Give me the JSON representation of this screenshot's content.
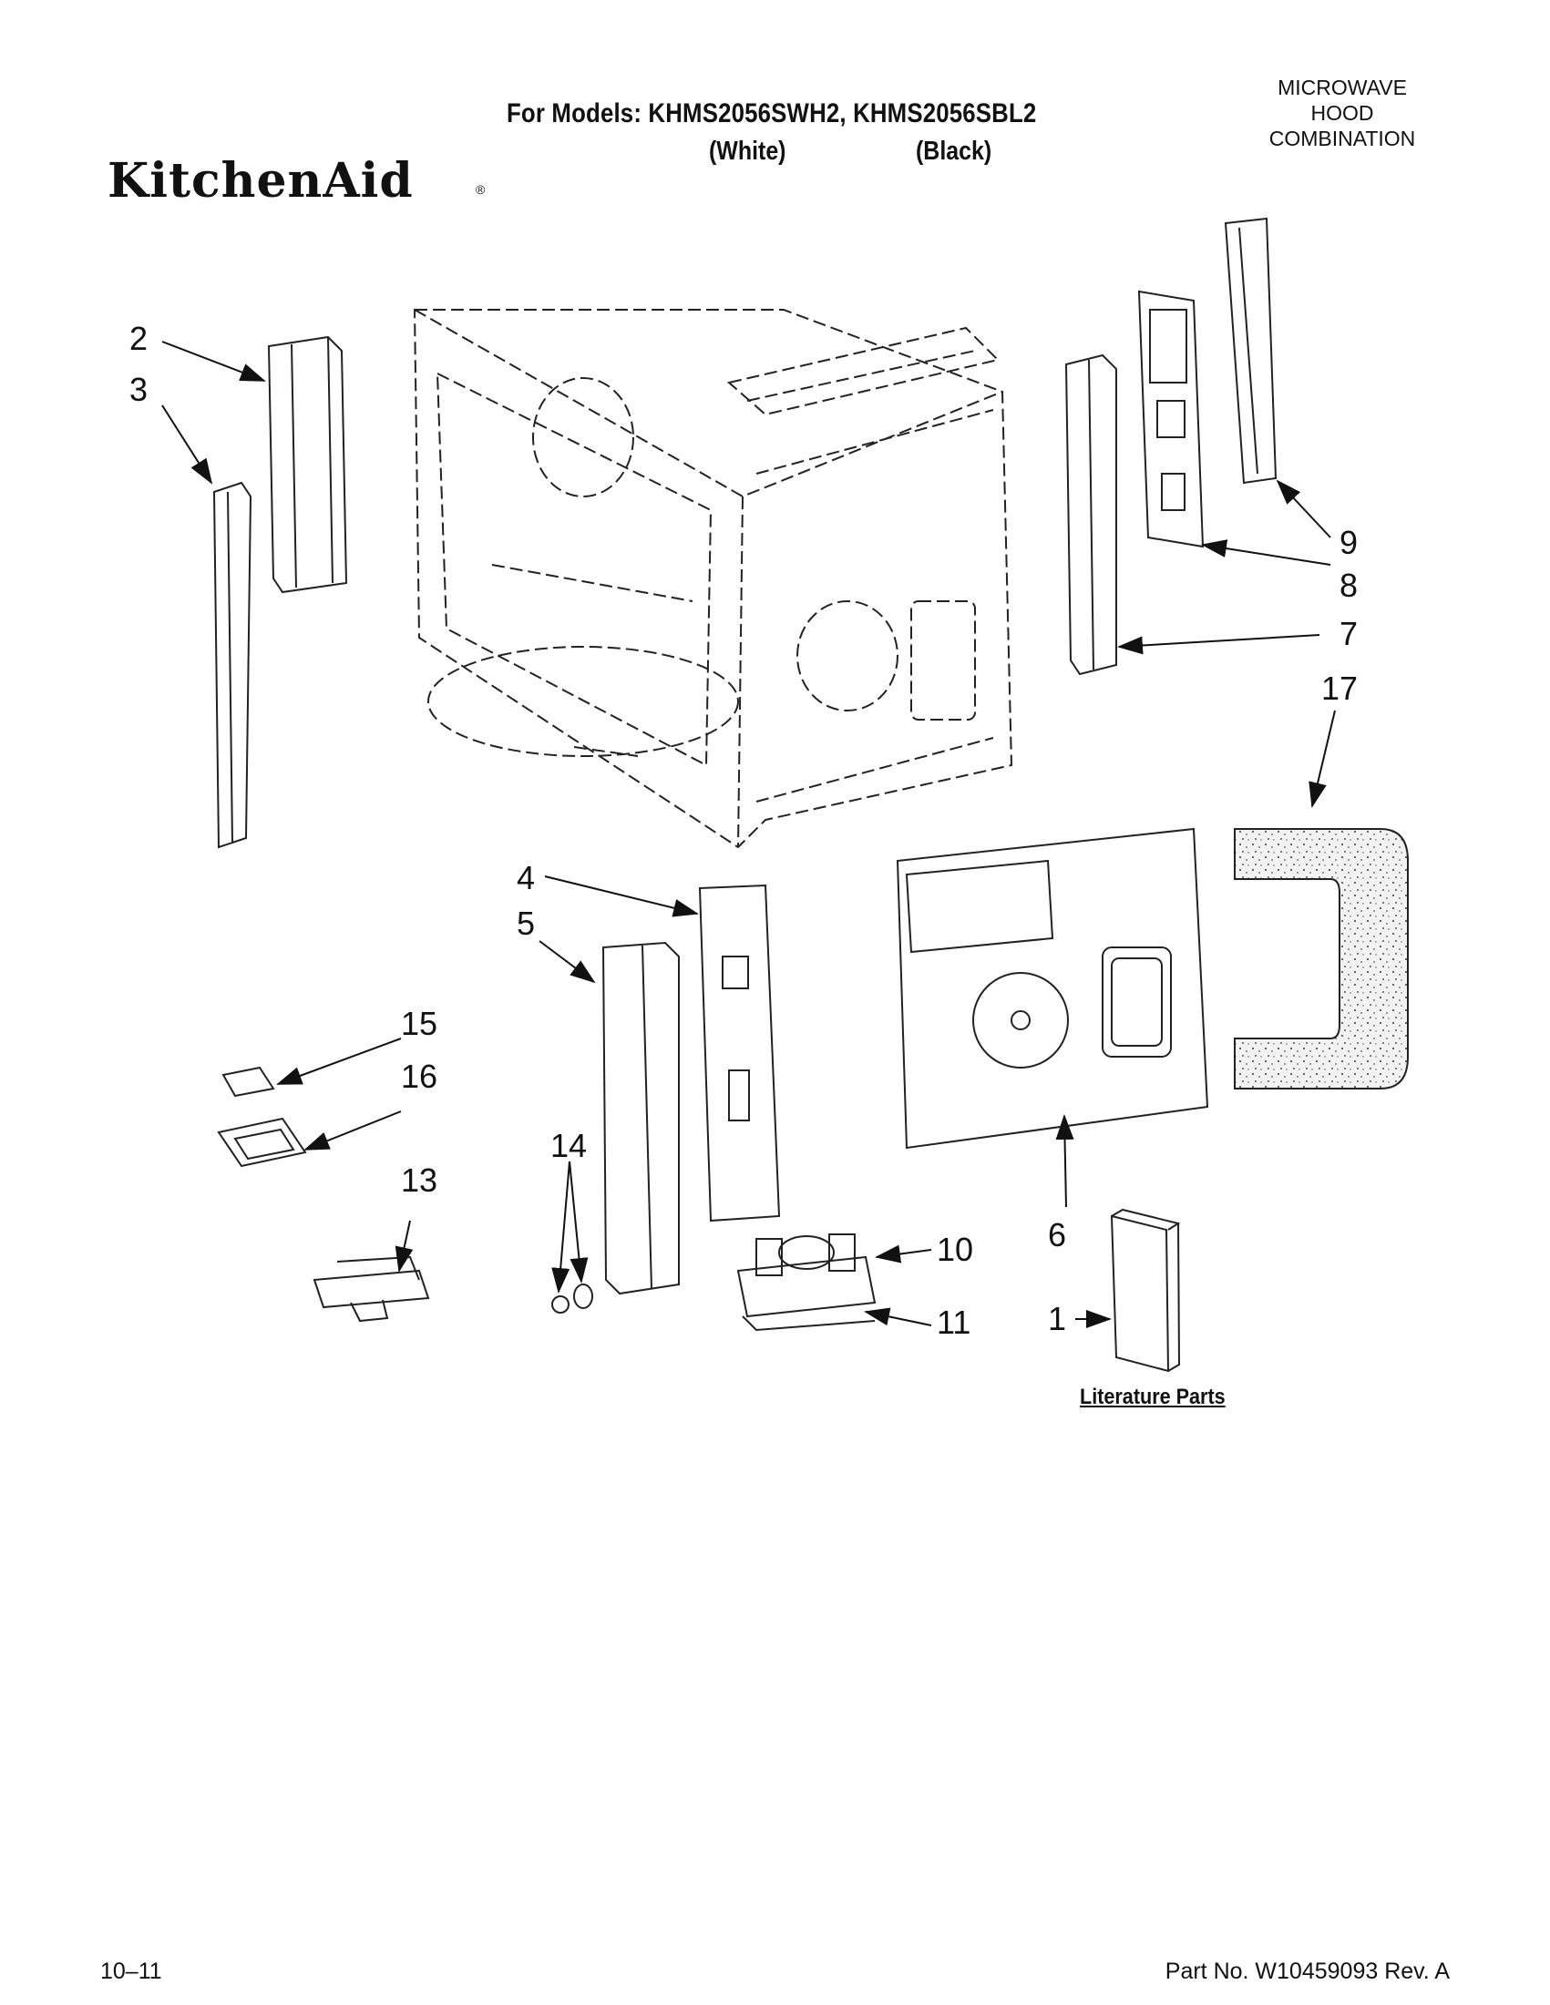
{
  "header": {
    "models_label": "For Models: KHMS2056SWH2, KHMS2056SBL2",
    "variant_white": "(White)",
    "variant_black": "(Black)",
    "brand": "KitchenAid",
    "brand_mark": "®",
    "category_lines": [
      "MICROWAVE",
      "HOOD",
      "COMBINATION"
    ]
  },
  "callouts": {
    "c1": "1",
    "c2": "2",
    "c3": "3",
    "c4": "4",
    "c5": "5",
    "c6": "6",
    "c7": "7",
    "c8": "8",
    "c9": "9",
    "c10": "10",
    "c11": "11",
    "c13": "13",
    "c14": "14",
    "c15": "15",
    "c16": "16",
    "c17": "17"
  },
  "literature_label": "Literature Parts",
  "footer": {
    "date": "10–11",
    "part_no": "Part No. W10459093 Rev. A"
  }
}
